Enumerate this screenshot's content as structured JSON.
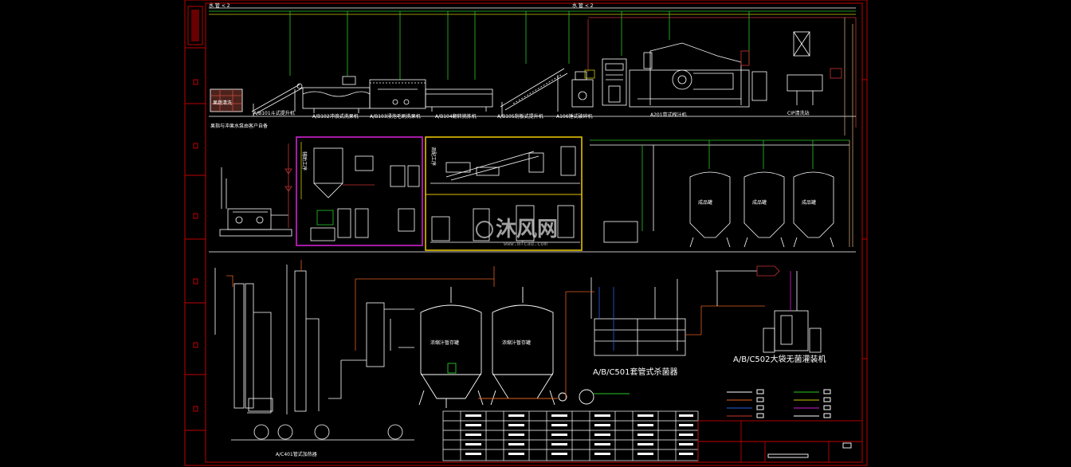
{
  "diagram": {
    "section_labels": {
      "brush_station": "果蔬清洗",
      "storage_note": "果指与冲果水泵由客户自备",
      "elevator_b101": "A/B101斗式提升机",
      "washer_b102": "A/B102冲浪式洗果机",
      "soaker_b103": "A/B103浸泡毛刷洗果机",
      "sorter_b104": "A/B104翻转挑拣机",
      "elevator_b105": "A/B105刮板式提升机",
      "crusher_a106": "A106锤式破碎机",
      "pulper_a201": "A201带式榨汁机",
      "cip_station": "CIP清洗站",
      "evaporator_a401": "A/C401管式加热器",
      "sterilizer_c501": "A/B/C501套管式杀菌器",
      "filler_c502": "A/B/C502大袋无菌灌装机",
      "auxiliary_box": "辅助工序",
      "prep_box": "调配工序"
    },
    "tank_labels": {
      "tank_a": "成品罐",
      "tank_b": "成品罐",
      "tank_c": "成品罐",
      "big_tank_1": "浓缩汁暂存罐",
      "big_tank_2": "浓缩汁暂存罐"
    },
    "watermark": {
      "main": "沐风网",
      "sub": "www.mfcad.com"
    }
  }
}
